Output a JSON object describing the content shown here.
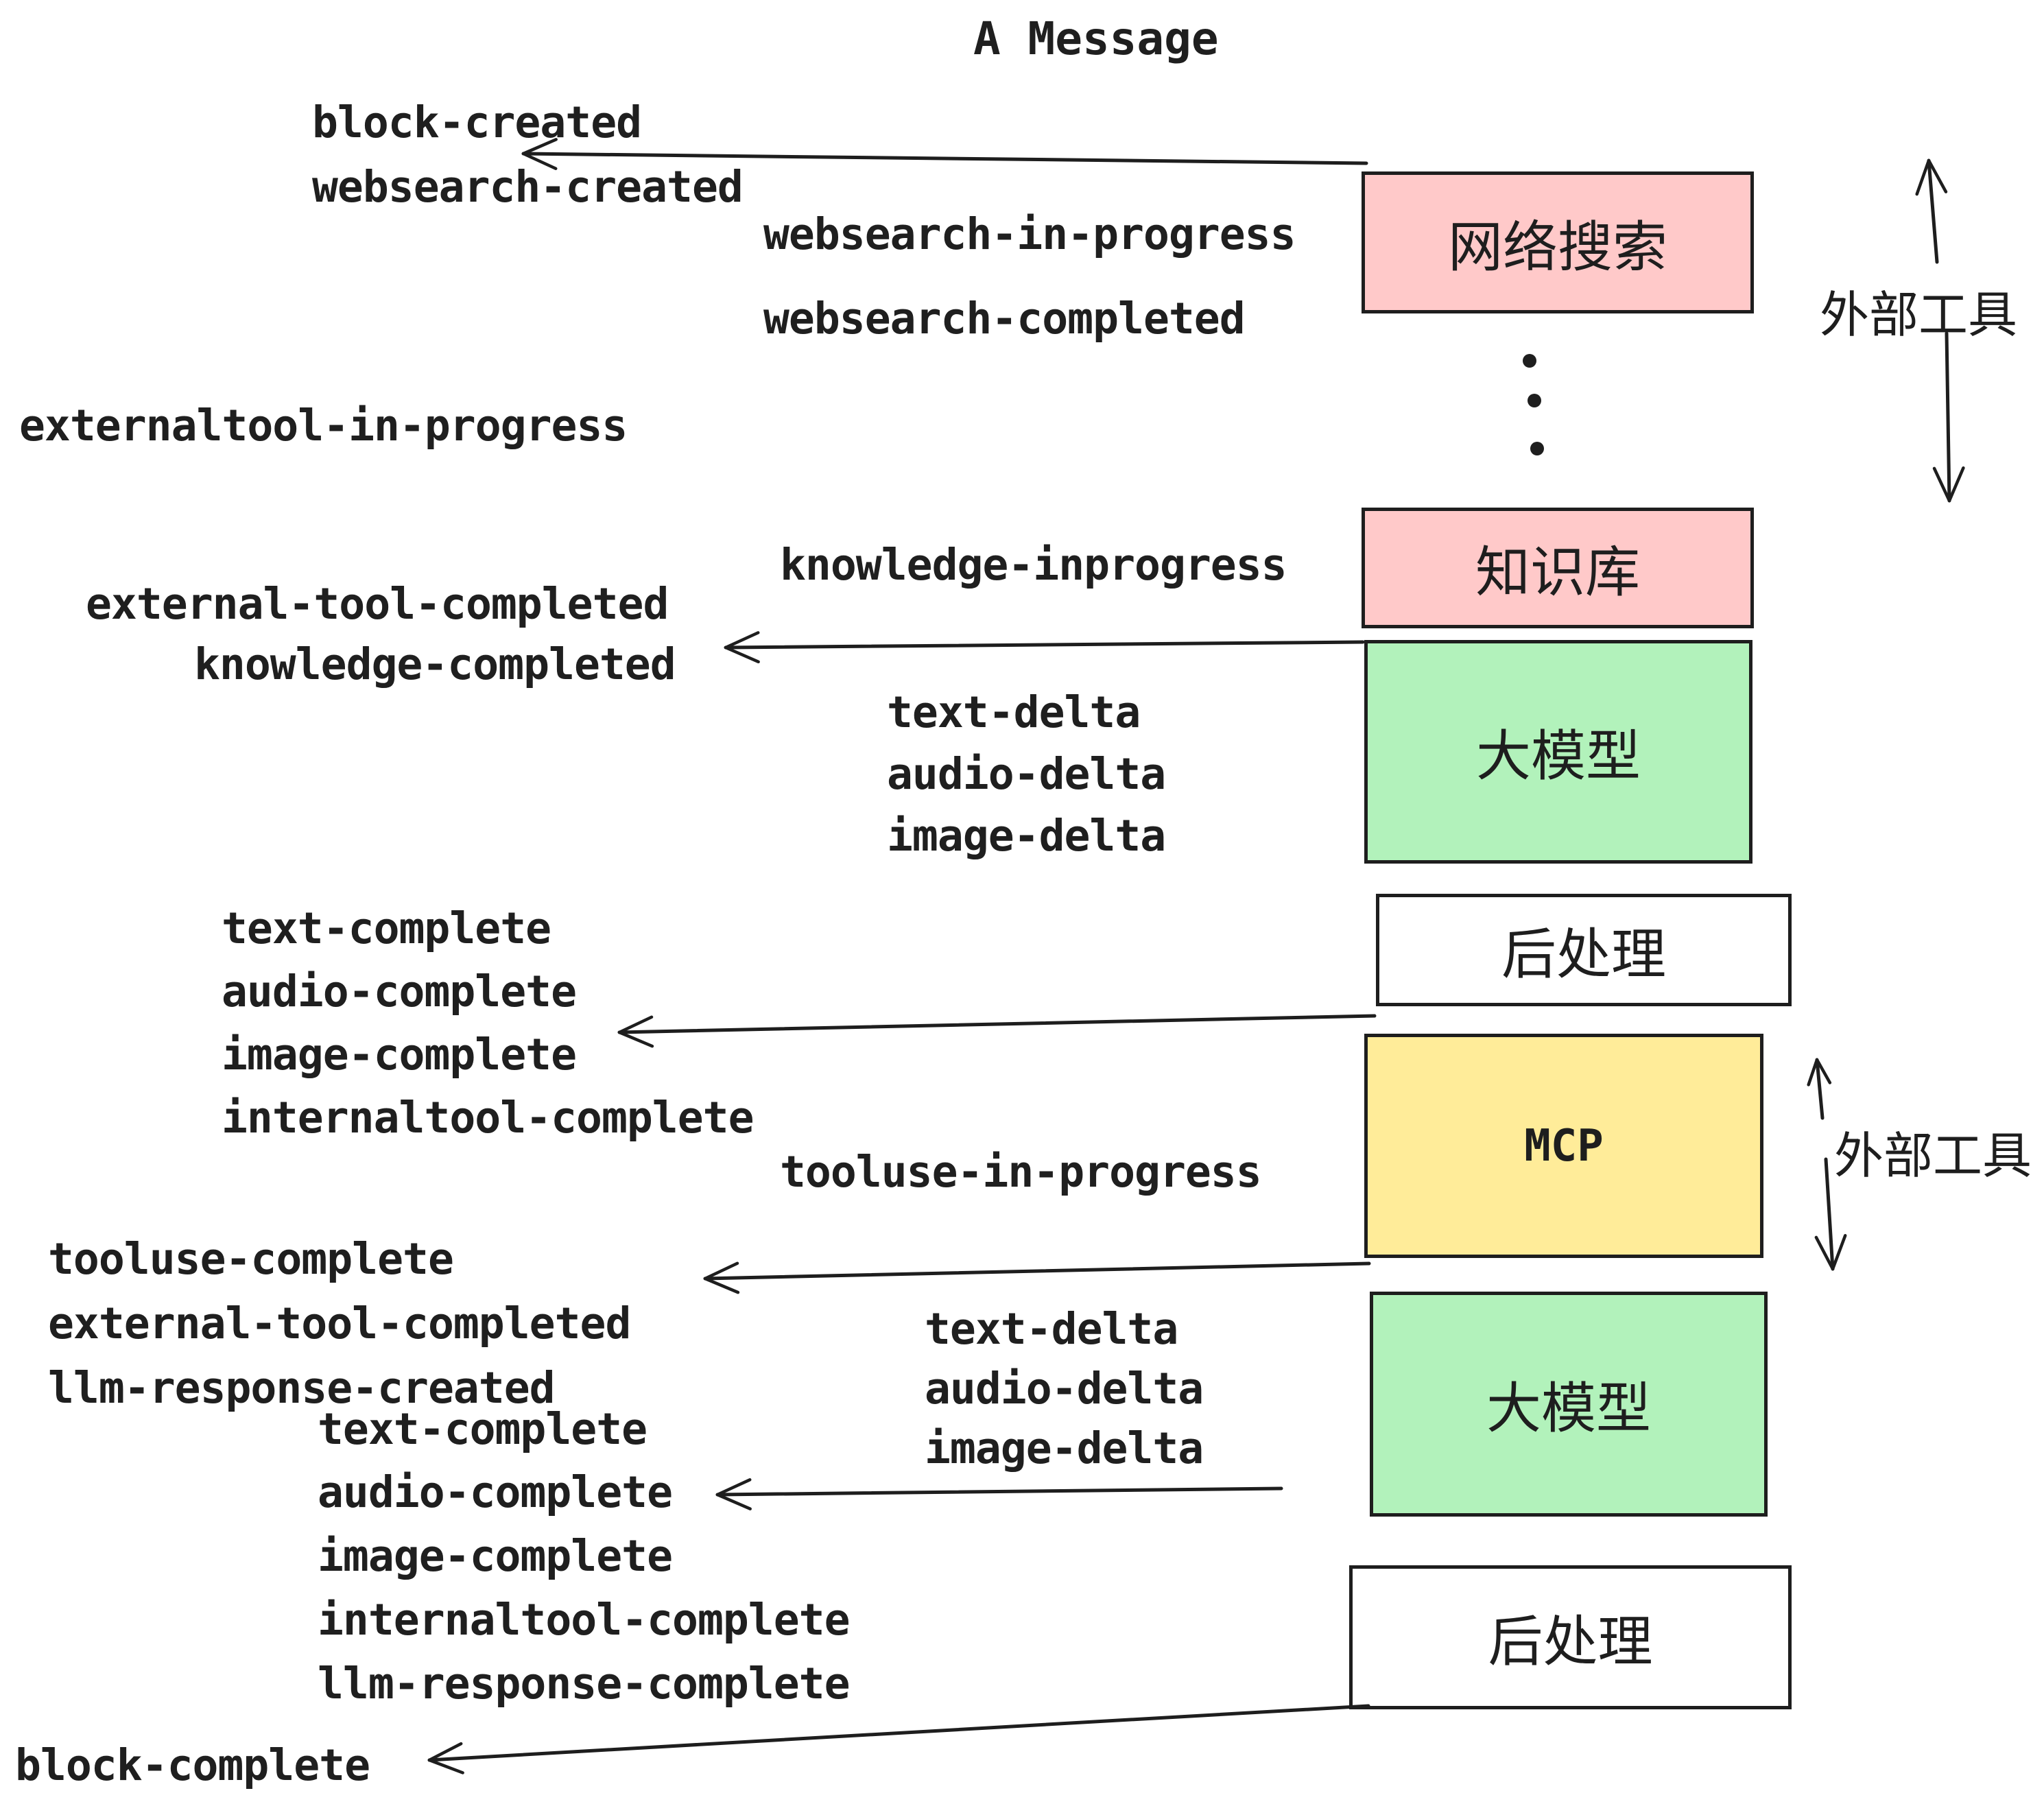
{
  "title": "A Message",
  "events": [
    "block-created",
    "websearch-created",
    "websearch-in-progress",
    "websearch-completed",
    "externaltool-in-progress",
    "knowledge-inprogress",
    "external-tool-completed",
    "knowledge-completed",
    "text-delta",
    "audio-delta",
    "image-delta",
    "text-complete",
    "audio-complete",
    "image-complete",
    "internaltool-complete",
    "tooluse-in-progress",
    "tooluse-complete",
    "external-tool-completed",
    "llm-response-created",
    "text-delta",
    "audio-delta",
    "image-delta",
    "text-complete",
    "audio-complete",
    "image-complete",
    "internaltool-complete",
    "llm-response-complete",
    "block-complete"
  ],
  "boxes": [
    {
      "id": "websearch",
      "label": "网络搜索",
      "fill": "#ffc9c9"
    },
    {
      "id": "knowledge",
      "label": "知识库",
      "fill": "#ffc9c9"
    },
    {
      "id": "llm-1",
      "label": "大模型",
      "fill": "#b2f2bb"
    },
    {
      "id": "post-1",
      "label": "后处理",
      "fill": "#ffffff"
    },
    {
      "id": "mcp",
      "label": "MCP",
      "fill": "#ffec99"
    },
    {
      "id": "llm-2",
      "label": "大模型",
      "fill": "#b2f2bb"
    },
    {
      "id": "post-2",
      "label": "后处理",
      "fill": "#ffffff"
    }
  ],
  "side_labels": [
    {
      "label": "外部工具"
    },
    {
      "label": "外部工具"
    }
  ],
  "decorations": {
    "ellipsis_dots": 3
  },
  "colors": {
    "pink": "#ffc9c9",
    "green": "#b2f2bb",
    "yellow": "#ffec99",
    "white": "#ffffff",
    "line": "#1e1e1e",
    "text": "#1f1f1f",
    "background": "#ffffff"
  }
}
